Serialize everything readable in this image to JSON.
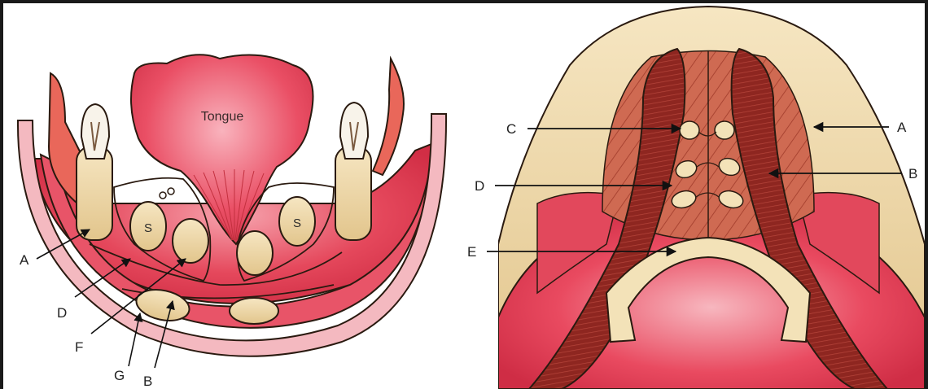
{
  "left_panel": {
    "tongue_label": "Tongue",
    "s_labels": [
      "S",
      "S"
    ],
    "callouts": [
      "A",
      "D",
      "F",
      "G",
      "B"
    ]
  },
  "right_panel": {
    "callouts": [
      "C",
      "D",
      "E",
      "A",
      "B"
    ]
  },
  "colors": {
    "bone": "#efdcae",
    "bone_edge": "#2a1a10",
    "flesh": "#e8445a",
    "muscle": "#9a2a25",
    "lip": "#f4b9c0"
  }
}
